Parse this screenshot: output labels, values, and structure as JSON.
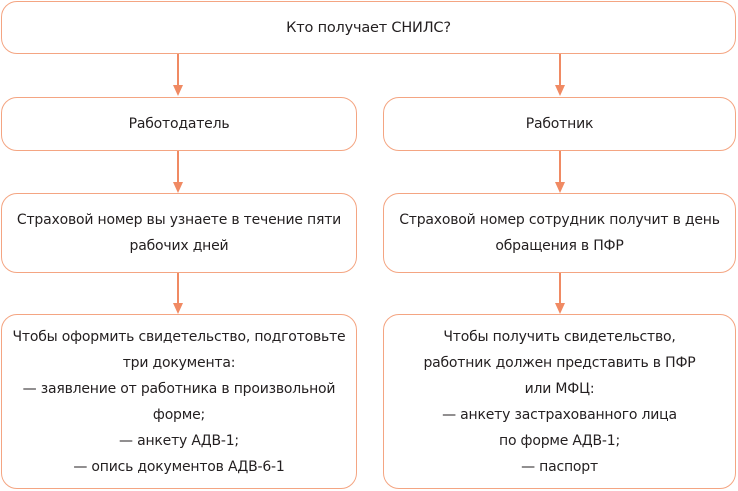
{
  "diagram": {
    "root": {
      "label": "Кто получает СНИЛС?"
    },
    "branches": [
      {
        "title": "Работодатель",
        "timing": "Страховой номер вы узнаете в течение пяти\nрабочих дней",
        "documents": "Чтобы оформить свидетельство, подготовьте\nтри документа:\n— заявление от работника в произвольной\nформе;\n— анкету АДВ-1;\n— опись документов АДВ-6-1"
      },
      {
        "title": "Работник",
        "timing": "Страховой номер сотрудник получит в день\nобращения в ПФР",
        "documents": "Чтобы получить свидетельство,\nработник должен представить в ПФР\nили МФЦ:\n— анкету застрахованного лица\nпо форме АДВ-1;\n— паспорт"
      }
    ],
    "colors": {
      "border": "#f4a582",
      "arrow": "#f08a63",
      "text": "#231f20"
    }
  }
}
